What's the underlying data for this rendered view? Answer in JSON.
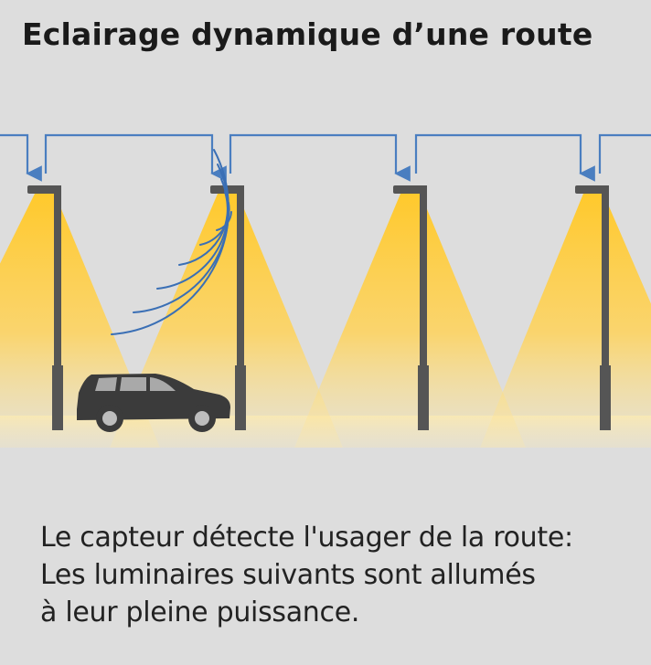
{
  "title": "Eclairage dynamique d’une route",
  "caption": {
    "line1": "Le capteur détecte l'usager de la route:",
    "line2": "Les luminaires suivants sont allumés",
    "line3": "à leur pleine puissance."
  },
  "colors": {
    "background": "#dddddd",
    "light_beam": "#ffc934",
    "pole": "#555555",
    "signal_arrow": "#4a7ec0",
    "sensor_waves": "#3a6fb5",
    "car": "#3b3b3b"
  },
  "icons": {
    "pole": "street-light-pole",
    "car": "car-icon",
    "waves": "sensor-wave-icon",
    "arrows": "signal-arrow-icon"
  }
}
